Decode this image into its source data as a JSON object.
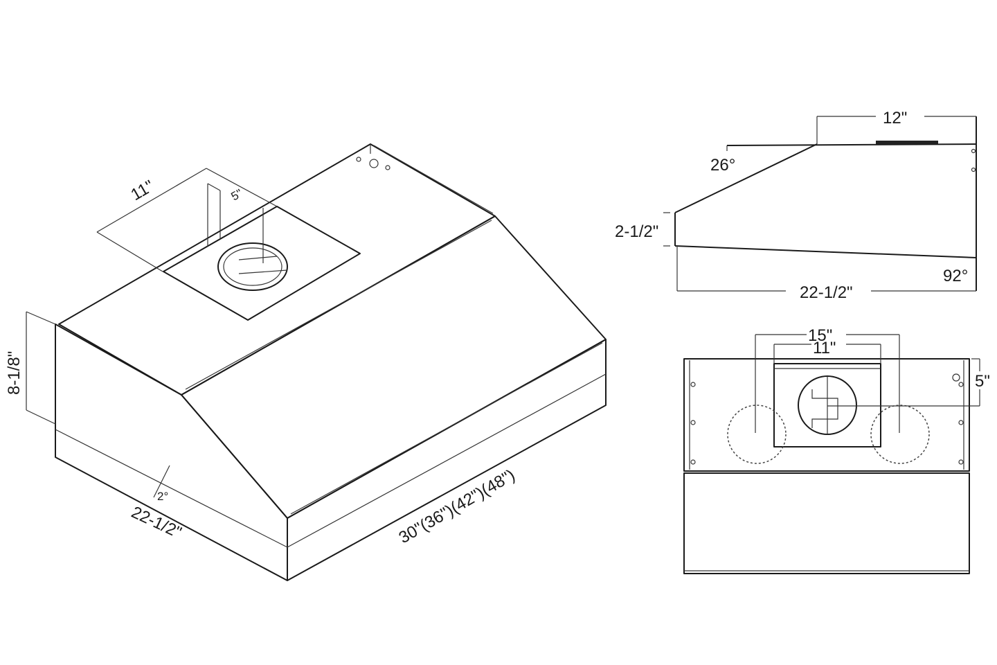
{
  "isometric_view": {
    "duct_width": "11\"",
    "duct_offset": "5\"",
    "height": "8-1/8\"",
    "depth": "22-1/2\"",
    "bottom_angle": "2°",
    "width": "30\"(36\")(42\")(48\")"
  },
  "side_view": {
    "top_length": "12\"",
    "slope_angle": "26°",
    "front_height": "2-1/2\"",
    "rear_angle": "92°",
    "depth": "22-1/2\""
  },
  "top_view": {
    "outer_spacing": "15\"",
    "duct_width": "11\"",
    "duct_offset": "5\""
  }
}
